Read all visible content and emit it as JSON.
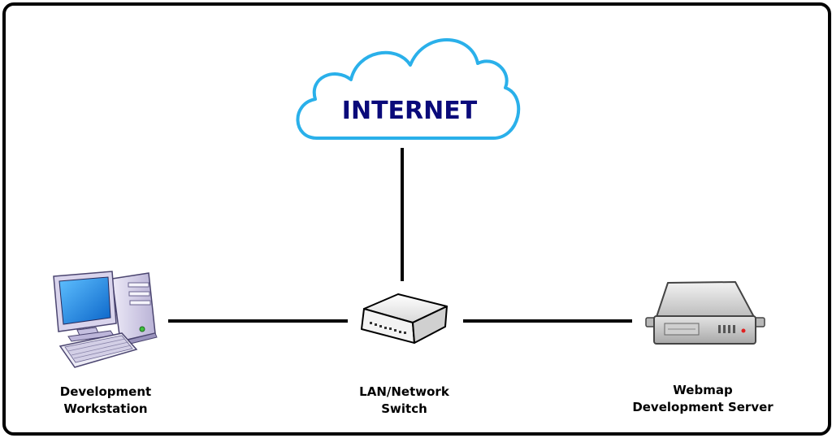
{
  "cloud": {
    "label": "INTERNET"
  },
  "nodes": {
    "workstation": {
      "line1": "Development",
      "line2": "Workstation"
    },
    "switch": {
      "line1": "LAN/Network",
      "line2": "Switch"
    },
    "server": {
      "line1": "Webmap",
      "line2": "Development Server"
    }
  },
  "colors": {
    "cloud_outline": "#2ab0ea",
    "cloud_text": "#0a0a7a",
    "monitor_screen": "#1e90e6",
    "case_body": "#d9d4ec",
    "switch_body": "#f4f4f4",
    "server_body": "#d8d8d8",
    "link": "#000000"
  },
  "icons": {
    "workstation": "desktop-computer-icon",
    "switch": "network-switch-icon",
    "server": "rack-server-icon"
  }
}
